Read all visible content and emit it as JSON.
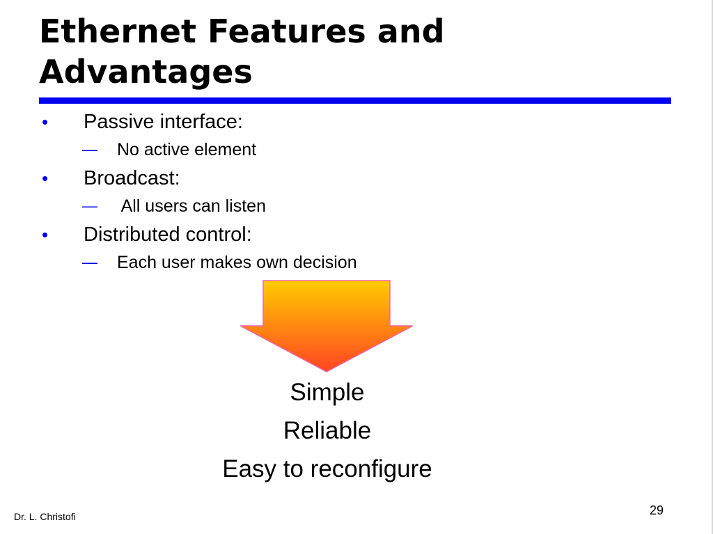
{
  "slide": {
    "title": "Ethernet Features and Advantages",
    "bullets": [
      {
        "text": "Passive interface:",
        "sub": "No active element"
      },
      {
        "text": "Broadcast:",
        "sub": " All users can listen"
      },
      {
        "text": "Distributed control:",
        "sub": "Each user makes own decision"
      }
    ],
    "bullet_marker": "•",
    "sub_marker": "—",
    "results": [
      "Simple",
      "Reliable",
      "Easy to reconfigure"
    ],
    "footer_author": "Dr. L. Christofi",
    "page_number": "29"
  },
  "colors": {
    "accent_blue": "#0000ee",
    "arrow_top": "#ffcc00",
    "arrow_bottom": "#ff4422",
    "arrow_outline": "#ee66aa"
  }
}
